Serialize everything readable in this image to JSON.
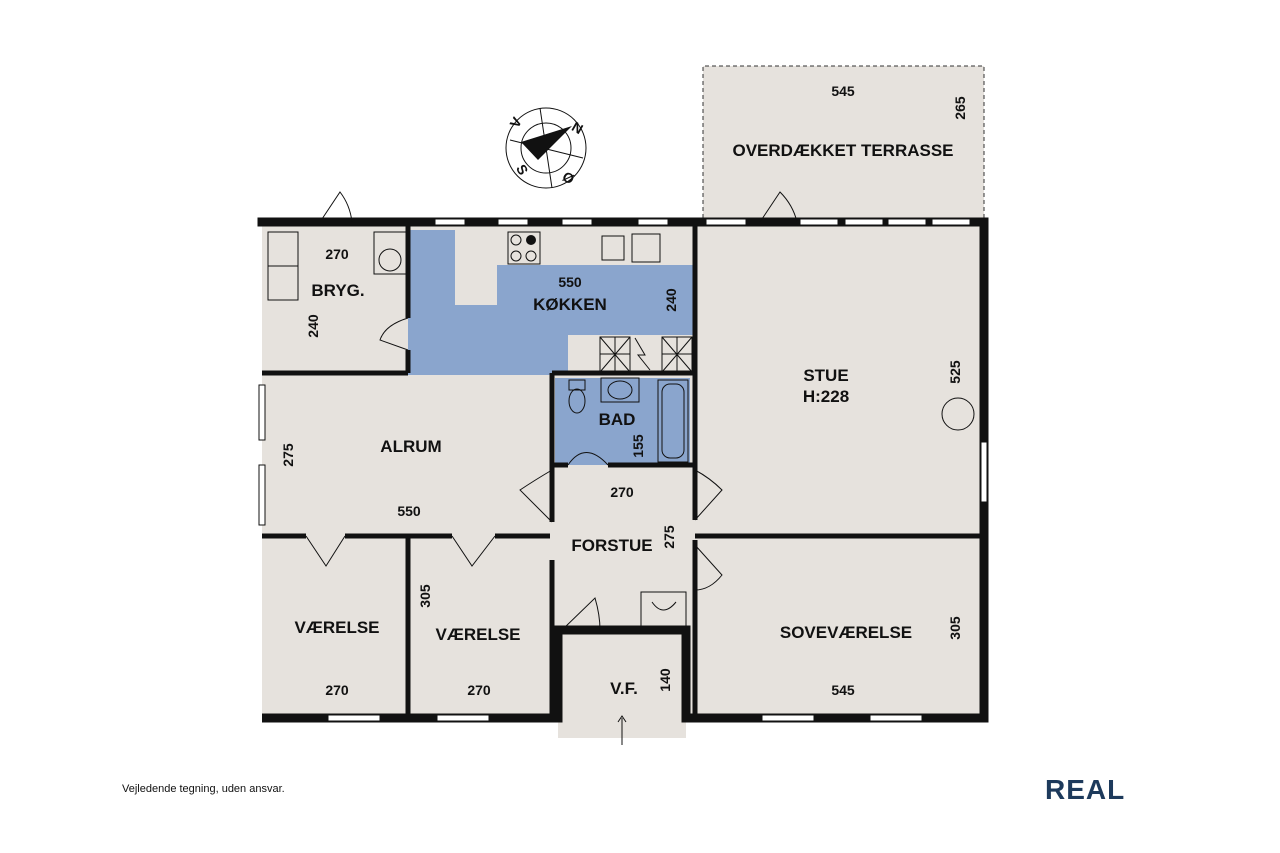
{
  "compass": {
    "n": "N",
    "s": "S",
    "v": "V",
    "o": "Ø"
  },
  "rooms": {
    "terrace": {
      "name": "OVERDÆKKET TERRASSE",
      "w": "545",
      "h": "265"
    },
    "bryg": {
      "name": "BRYG.",
      "w": "270",
      "h": "240"
    },
    "kokken": {
      "name": "KØKKEN",
      "w": "550",
      "h": "240"
    },
    "stue": {
      "name": "STUE",
      "height": "H:228",
      "h": "525"
    },
    "alrum": {
      "name": "ALRUM",
      "w": "550",
      "h": "275"
    },
    "bad": {
      "name": "BAD",
      "h": "155"
    },
    "forstue": {
      "name": "FORSTUE",
      "w": "270",
      "h": "275"
    },
    "vaerelse1": {
      "name": "VÆRELSE",
      "w": "270"
    },
    "vaerelse2": {
      "name": "VÆRELSE",
      "w": "270",
      "h": "305"
    },
    "vf": {
      "name": "V.F.",
      "h": "140"
    },
    "sove": {
      "name": "SOVEVÆRELSE",
      "w": "545",
      "h": "305"
    }
  },
  "footer": {
    "disclaimer": "Vejledende tegning, uden ansvar.",
    "logo": "REAL"
  },
  "colors": {
    "room": "#e6e2dd",
    "kitchen_bath": "#8aa5cd",
    "logo": "#1d3a5c"
  }
}
